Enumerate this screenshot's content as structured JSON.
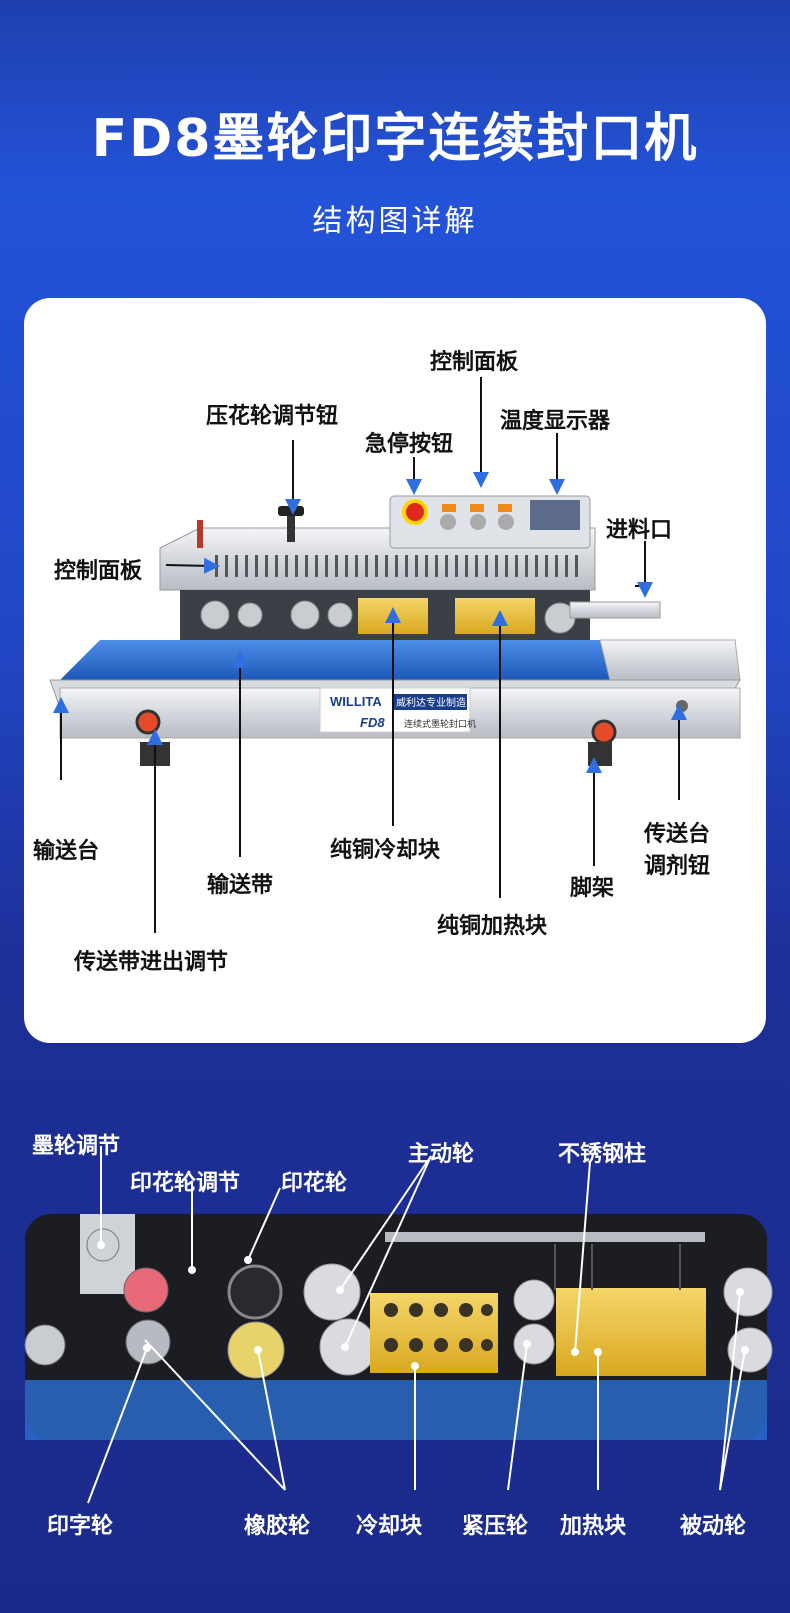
{
  "header": {
    "title": "FD8墨轮印字连续封口机",
    "subtitle": "结构图详解"
  },
  "machine": {
    "brand": "WILLITA",
    "brand_tagline": "威利达专业制造",
    "model": "FD8",
    "model_desc": "连续式墨轮封口机",
    "labels": {
      "control_panel_top": "控制面板",
      "embossing_knob": "压花轮调节钮",
      "emergency_stop": "急停按钮",
      "temp_display": "温度显示器",
      "control_panel_left": "控制面板",
      "feed_inlet": "进料口",
      "conveyor_table": "输送台",
      "conveyor_belt": "输送带",
      "copper_cooling": "纯铜冷却块",
      "foot_stand": "脚架",
      "table_adjust_knob_l1": "传送台",
      "table_adjust_knob_l2": "调剂钮",
      "copper_heating": "纯铜加热块",
      "belt_in_out_adjust": "传送带进出调节"
    }
  },
  "detail": {
    "labels": {
      "ink_wheel_adjust": "墨轮调节",
      "emboss_wheel_adjust": "印花轮调节",
      "emboss_wheel": "印花轮",
      "drive_wheel": "主动轮",
      "stainless_column": "不锈钢柱",
      "print_wheel": "印字轮",
      "rubber_wheel": "橡胶轮",
      "cooling_block": "冷却块",
      "pressure_wheel": "紧压轮",
      "heating_block": "加热块",
      "driven_wheel": "被动轮"
    }
  },
  "colors": {
    "accent_blue": "#2f6ee0",
    "heating_block": "#f2c22a",
    "cooling_block": "#f0c430",
    "emergency_red": "#e0281e"
  }
}
